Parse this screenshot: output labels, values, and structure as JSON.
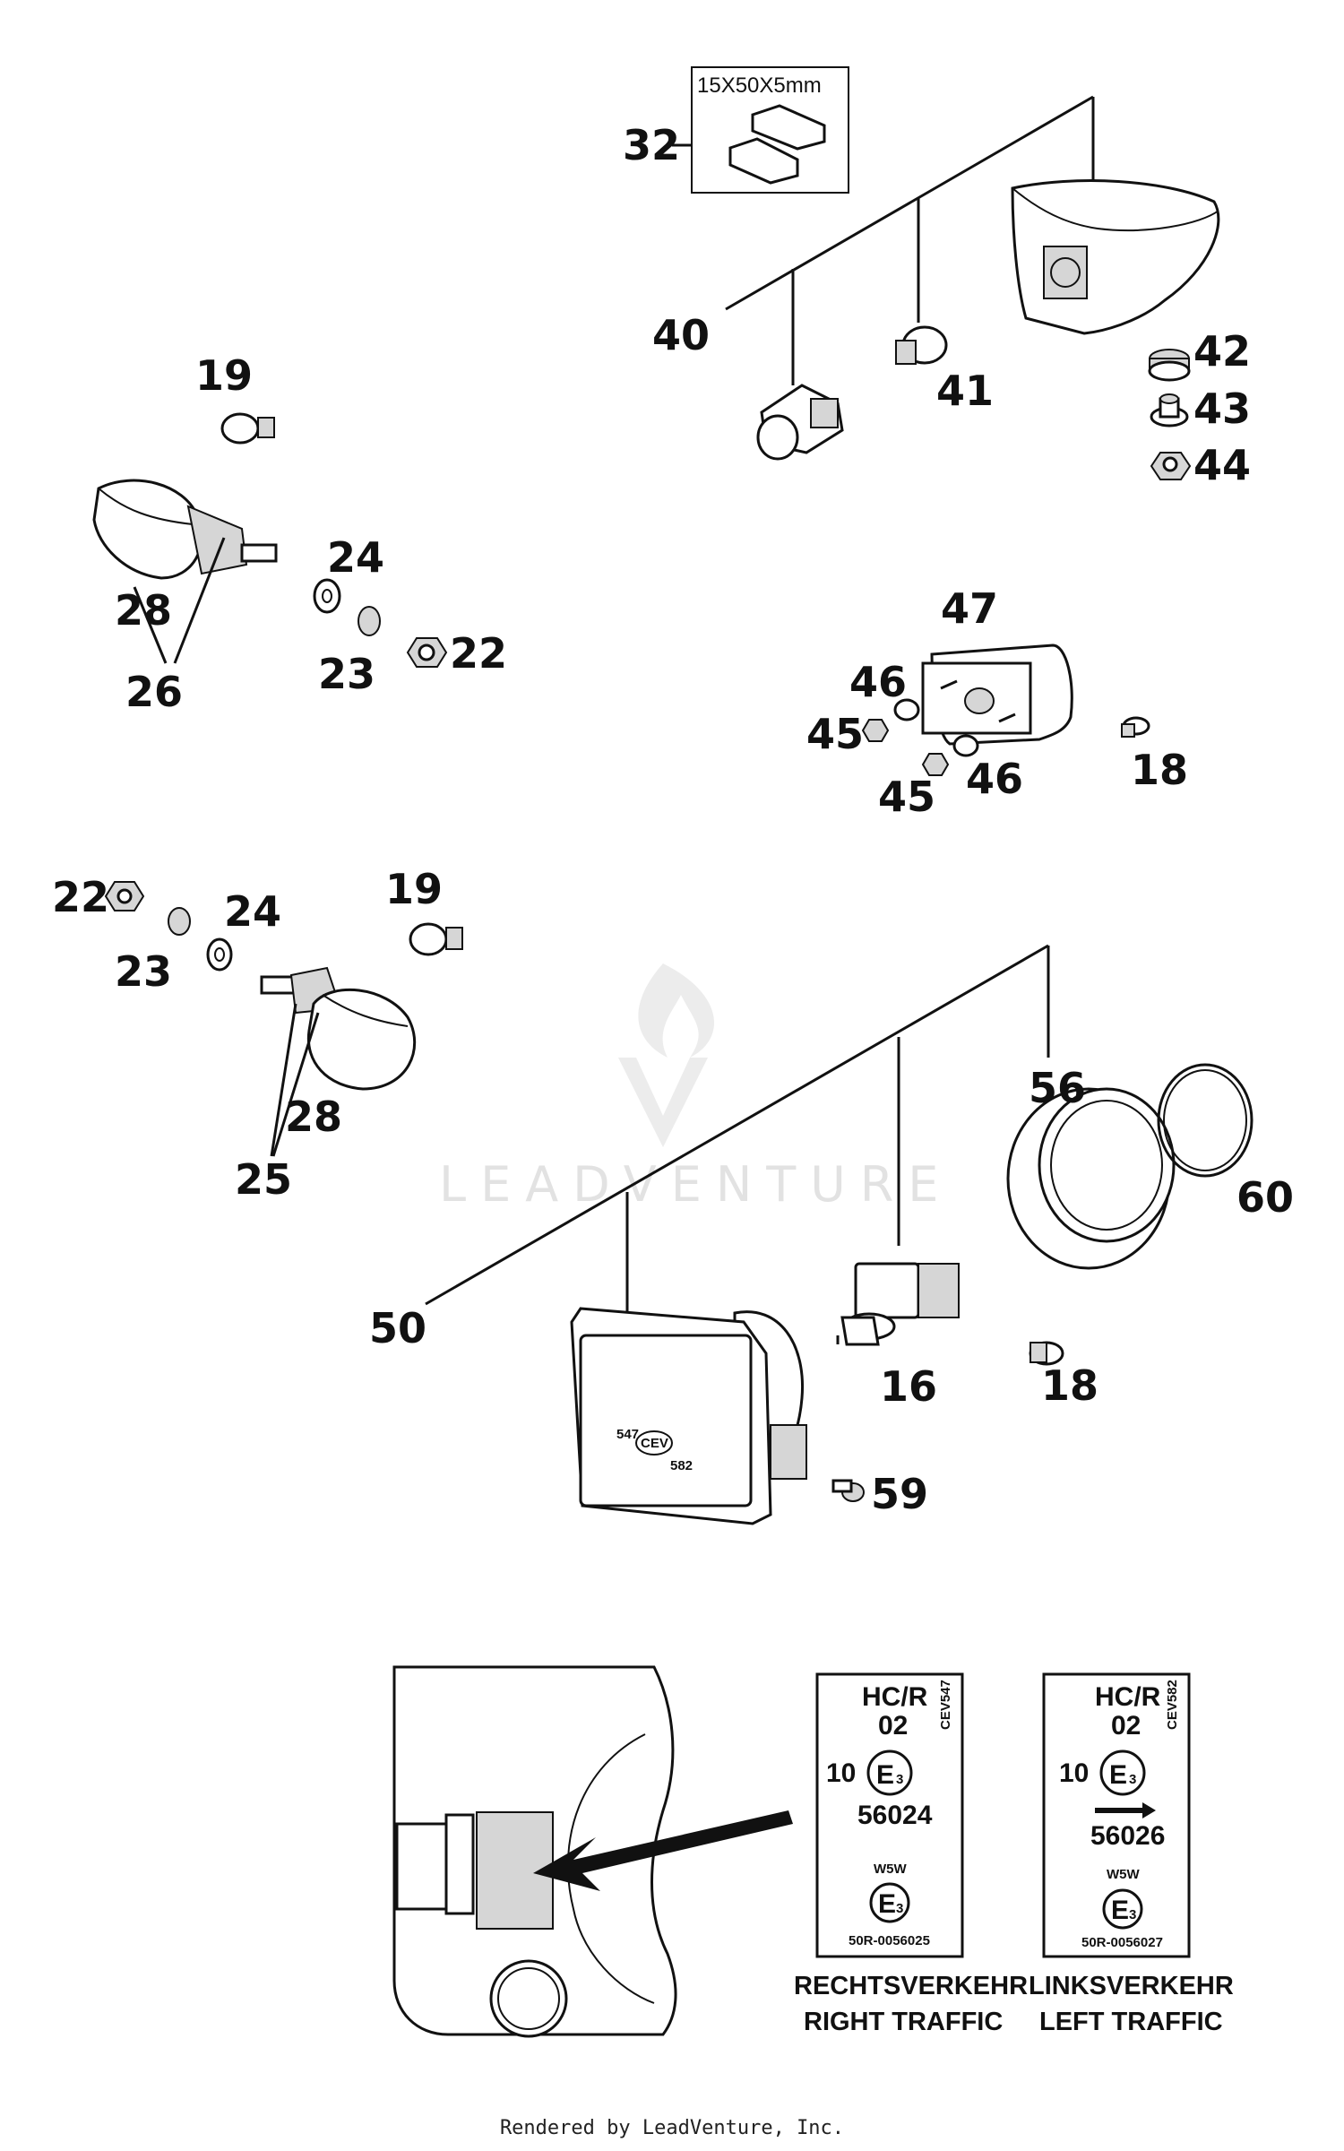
{
  "callouts": {
    "c32": "32",
    "c40": "40",
    "c41": "41",
    "c42": "42",
    "c43": "43",
    "c44": "44",
    "c19a": "19",
    "c28a": "28",
    "c26": "26",
    "c24a": "24",
    "c23a": "23",
    "c22a": "22",
    "c47": "47",
    "c46a": "46",
    "c45a": "45",
    "c45b": "45",
    "c46b": "46",
    "c18a": "18",
    "c22b": "22",
    "c23b": "23",
    "c24b": "24",
    "c19b": "19",
    "c28b": "28",
    "c25": "25",
    "c56": "56",
    "c60": "60",
    "c50": "50",
    "c16": "16",
    "c18b": "18",
    "c59": "59"
  },
  "pad_size_label": "15X50X5mm",
  "headlight_marks": {
    "left": "547",
    "center": "CEV",
    "right": "582"
  },
  "labels": {
    "right": {
      "code": "HC/R",
      "num": "02",
      "side": "CEV547",
      "ten": "10",
      "e": "E",
      "e_sub": "3",
      "approval": "56024",
      "bulb": "W5W",
      "e2": "E",
      "e2_sub": "3",
      "serial": "50R-0056025",
      "caption1": "RECHTSVERKEHR",
      "caption2": "RIGHT TRAFFIC"
    },
    "left": {
      "code": "HC/R",
      "num": "02",
      "side": "CEV582",
      "ten": "10",
      "e": "E",
      "e_sub": "3",
      "approval": "56026",
      "bulb": "W5W",
      "e2": "E",
      "e2_sub": "3",
      "serial": "50R-0056027",
      "caption1": "LINKSVERKEHR",
      "caption2": "LEFT TRAFFIC"
    }
  },
  "watermark": "LEADVENTURE",
  "footer": "Rendered by LeadVenture, Inc."
}
